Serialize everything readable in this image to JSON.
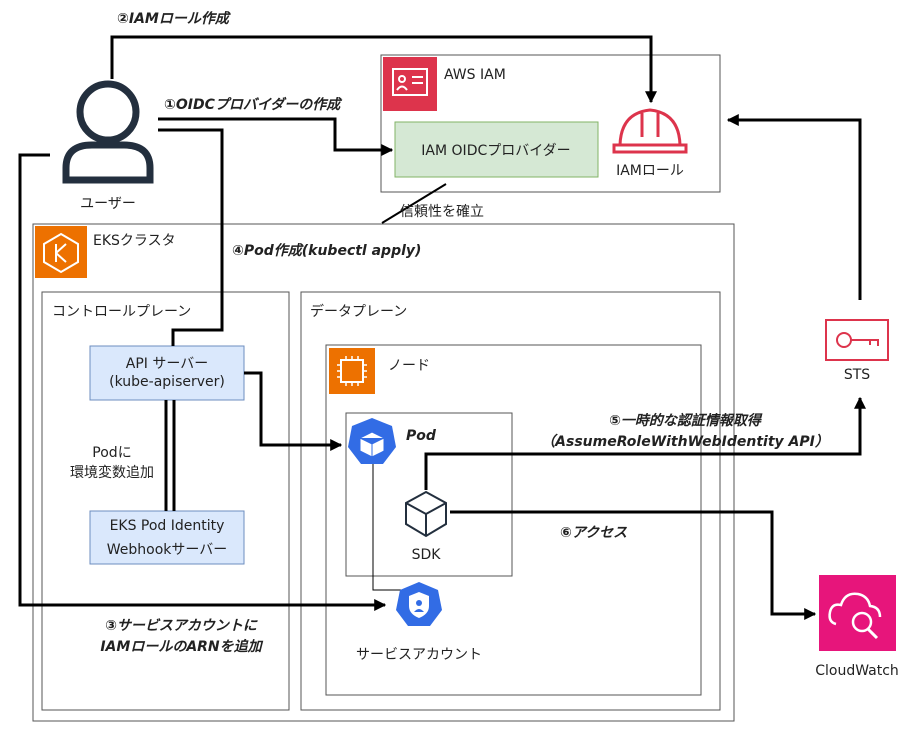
{
  "steps": {
    "s1": "①OIDCプロバイダーの作成",
    "s2": "②IAMロール作成",
    "s3_line1": "③サービスアカウントに",
    "s3_line2": "IAMロールのARNを追加",
    "s4": "④Pod作成(kubectl apply)",
    "s5_line1": "⑤一時的な認証情報取得",
    "s5_line2": "（AssumeRoleWithWebIdentity API）",
    "s6": "⑥アクセス"
  },
  "user": {
    "label": "ユーザー"
  },
  "aws_iam": {
    "title": "AWS IAM",
    "oidc_provider": "IAM OIDCプロバイダー",
    "iam_role": "IAMロール"
  },
  "trust_label": "信頼性を確立",
  "eks": {
    "title": "EKSクラスタ",
    "control_plane": {
      "title": "コントロールプレーン",
      "api_server_line1": "API サーバー",
      "api_server_line2": "(kube-apiserver)",
      "env_note_line1": "Podに",
      "env_note_line2": "環境変数追加",
      "webhook_line1": "EKS Pod Identity",
      "webhook_line2": "Webhookサーバー"
    },
    "data_plane": {
      "title": "データプレーン",
      "node": "ノード",
      "pod": "Pod",
      "sdk": "SDK",
      "service_account": "サービスアカウント"
    }
  },
  "sts": {
    "label": "STS"
  },
  "cloudwatch": {
    "label": "CloudWatch"
  },
  "colors": {
    "iam_red": "#dd344c",
    "eks_orange": "#ed7100",
    "k8s_blue": "#326ce5",
    "cloudwatch_pink": "#e7157b",
    "oidc_fill": "#d5e8d4",
    "blue_box_fill": "#dae8fc",
    "blue_box_stroke": "#6c8ebf"
  },
  "icons": [
    "user-icon",
    "iam-badge-icon",
    "helmet-icon",
    "eks-icon",
    "ec2-chip-icon",
    "pod-icon",
    "cube-icon",
    "service-account-icon",
    "key-icon",
    "cloudwatch-icon"
  ]
}
